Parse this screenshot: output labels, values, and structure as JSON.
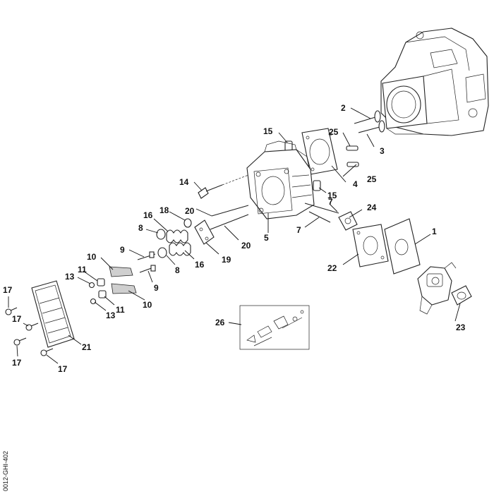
{
  "callouts": {
    "c1": "1",
    "c2": "2",
    "c3": "3",
    "c4": "4",
    "c5": "5",
    "c7a": "7",
    "c7b": "7",
    "c8a": "8",
    "c8b": "8",
    "c9a": "9",
    "c9b": "9",
    "c10a": "10",
    "c10b": "10",
    "c11a": "11",
    "c11b": "11",
    "c13a": "13",
    "c13b": "13",
    "c14": "14",
    "c15a": "15",
    "c15b": "15",
    "c16a": "16",
    "c16b": "16",
    "c17a": "17",
    "c17b": "17",
    "c17c": "17",
    "c17d": "17",
    "c18": "18",
    "c19": "19",
    "c20a": "20",
    "c20b": "20",
    "c21": "21",
    "c22": "22",
    "c23": "23",
    "c24": "24",
    "c25a": "25",
    "c25b": "25",
    "c26": "26"
  },
  "drawing_code": "0012-GHI-402"
}
